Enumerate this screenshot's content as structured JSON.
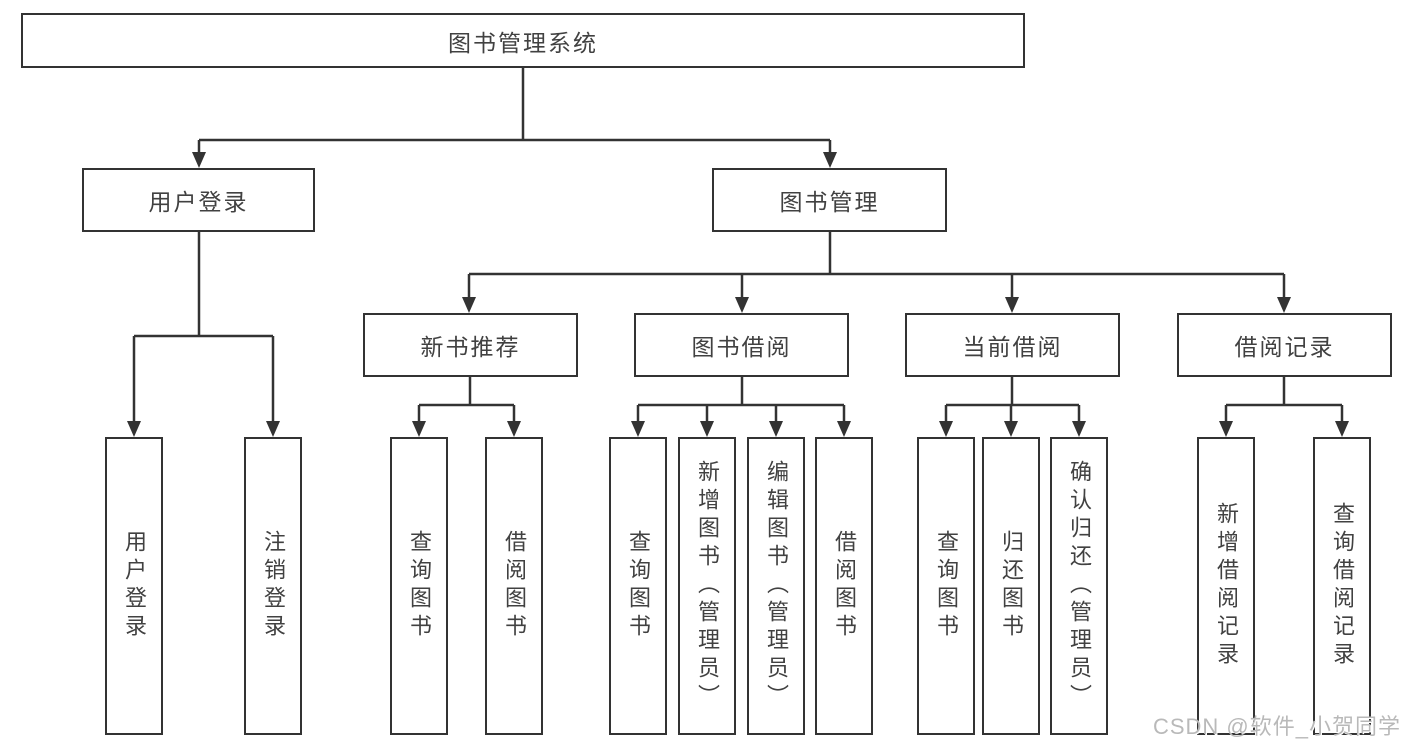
{
  "diagram": {
    "root": {
      "label": "图书管理系统"
    },
    "branches": [
      {
        "label": "用户登录",
        "children": [
          {
            "label": "用户登录"
          },
          {
            "label": "注销登录"
          }
        ]
      },
      {
        "label": "图书管理",
        "children": [
          {
            "label": "新书推荐",
            "children": [
              {
                "label": "查询图书"
              },
              {
                "label": "借阅图书"
              }
            ]
          },
          {
            "label": "图书借阅",
            "children": [
              {
                "label": "查询图书"
              },
              {
                "label": "新增图书（管理员）"
              },
              {
                "label": "编辑图书（管理员）"
              },
              {
                "label": "借阅图书"
              }
            ]
          },
          {
            "label": "当前借阅",
            "children": [
              {
                "label": "查询图书"
              },
              {
                "label": "归还图书"
              },
              {
                "label": "确认归还（管理员）"
              }
            ]
          },
          {
            "label": "借阅记录",
            "children": [
              {
                "label": "新增借阅记录"
              },
              {
                "label": "查询借阅记录"
              }
            ]
          }
        ]
      }
    ]
  },
  "watermark": {
    "text": "CSDN @软件_小贺同学"
  },
  "colors": {
    "line": "#333333",
    "text": "#414141",
    "box_background": "#ffffff",
    "watermark": "#b9b9b9"
  }
}
